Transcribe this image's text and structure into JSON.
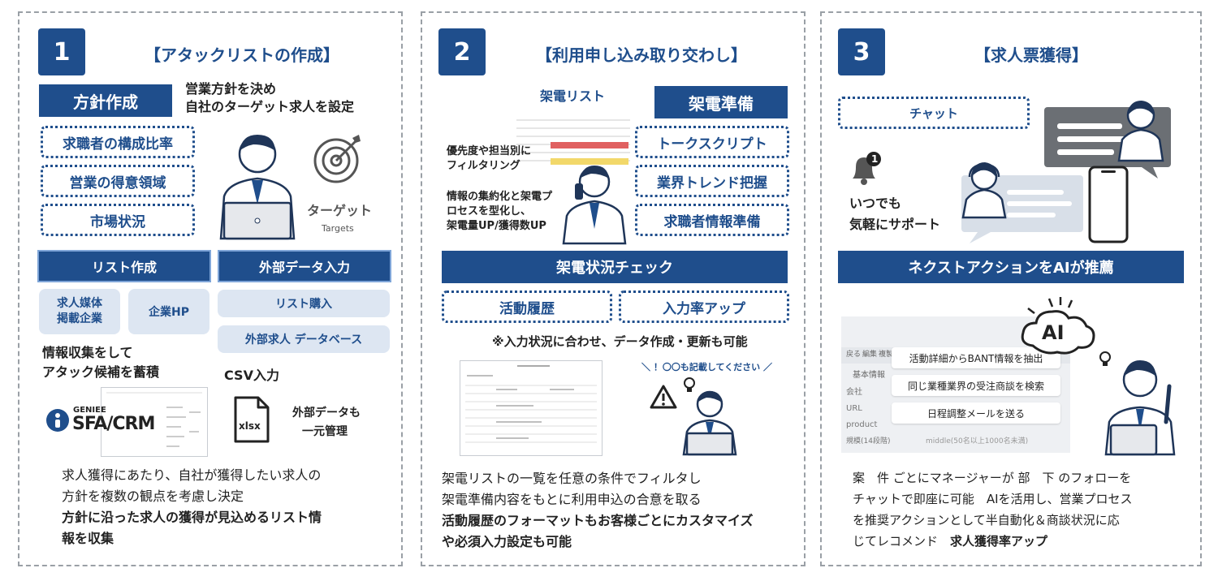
{
  "panel1": {
    "number": "1",
    "title": "【アタックリストの作成】",
    "policy_label": "方針作成",
    "policy_desc_1": "営業方針を決め",
    "policy_desc_2": "自社のターゲット求人を設定",
    "factors": [
      "求職者の構成比率",
      "営業の得意領域",
      "市場状況"
    ],
    "target_label": "ターゲット",
    "target_sub": "Targets",
    "list_create": "リスト作成",
    "external_input": "外部データ入力",
    "source_media": "求人媒体\n掲載企業",
    "source_hp": "企業HP",
    "list_purchase": "リスト購入",
    "external_db": "外部求人 データベース",
    "collect_1": "情報収集をして",
    "collect_2": "アタック候補を蓄積",
    "csv_label": "CSV入力",
    "sfa_brand": "GENIEE",
    "sfa_name": "SFA/CRM",
    "xlsx_label": "xlsx",
    "external_mgmt_1": "外部データも",
    "external_mgmt_2": "一元管理",
    "summary_1": "求人獲得にあたり、自社が獲得したい求人の",
    "summary_2": "方針を複数の観点を考慮し決定",
    "summary_3": "方針に沿った求人の獲得が見込めるリスト情",
    "summary_4": "報を収集"
  },
  "panel2": {
    "number": "2",
    "title": "【利用申し込み取り交わし】",
    "call_list": "架電リスト",
    "call_prep": "架電準備",
    "filter_1": "優先度や担当別に",
    "filter_2": "フィルタリング",
    "info_1": "情報の集約化と架電プ",
    "info_2": "ロセスを型化し、",
    "info_3": "架電量UP/獲得数UP",
    "prep_items": [
      "トークスクリプト",
      "業界トレンド把握",
      "求職者情報準備"
    ],
    "status_check": "架電状況チェック",
    "activity_history": "活動履歴",
    "input_rate": "入力率アップ",
    "note": "※入力状況に合わせ、データ作成・更新も可能",
    "speech": "＼ ！〇〇も記載してください ／",
    "summary_1": "架電リストの一覧を任意の条件でフィルタし",
    "summary_2": "架電準備内容をもとに利用申込の合意を取る",
    "summary_3": "活動履歴のフォーマットもお客様ごとにカスタマイズ",
    "summary_4": "や必須入力設定も可能"
  },
  "panel3": {
    "number": "3",
    "title": "【求人票獲得】",
    "chat": "チャット",
    "badge": "1",
    "support_1": "いつでも",
    "support_2": "気軽にサポート",
    "next_action": "ネクストアクションをAIが推薦",
    "ai_label": "AI",
    "crm_buttons": [
      "戻る",
      "編集",
      "複製"
    ],
    "crm_section": "基本情報",
    "crm_fields": [
      "会社",
      "URL",
      "product",
      "規模(14段階)"
    ],
    "crm_value": "middle(50名以上1000名未満)",
    "suggestions": [
      "活動詳細からBANT情報を抽出",
      "同じ業種業界の受注商談を検索",
      "日程調整メールを送る"
    ],
    "summary_1": "案　件 ごとにマネージャーが 部　下 のフォローを",
    "summary_2": "チャットで即座に可能　AIを活用し、営業プロセス",
    "summary_3": "を推奨アクションとして半自動化＆商談状況に応",
    "summary_4a": "じてレコメンド　",
    "summary_4b": "求人獲得率アップ"
  },
  "colors": {
    "primary": "#1f4e8c",
    "light": "#dde6f2",
    "border": "#9aa0a6"
  }
}
